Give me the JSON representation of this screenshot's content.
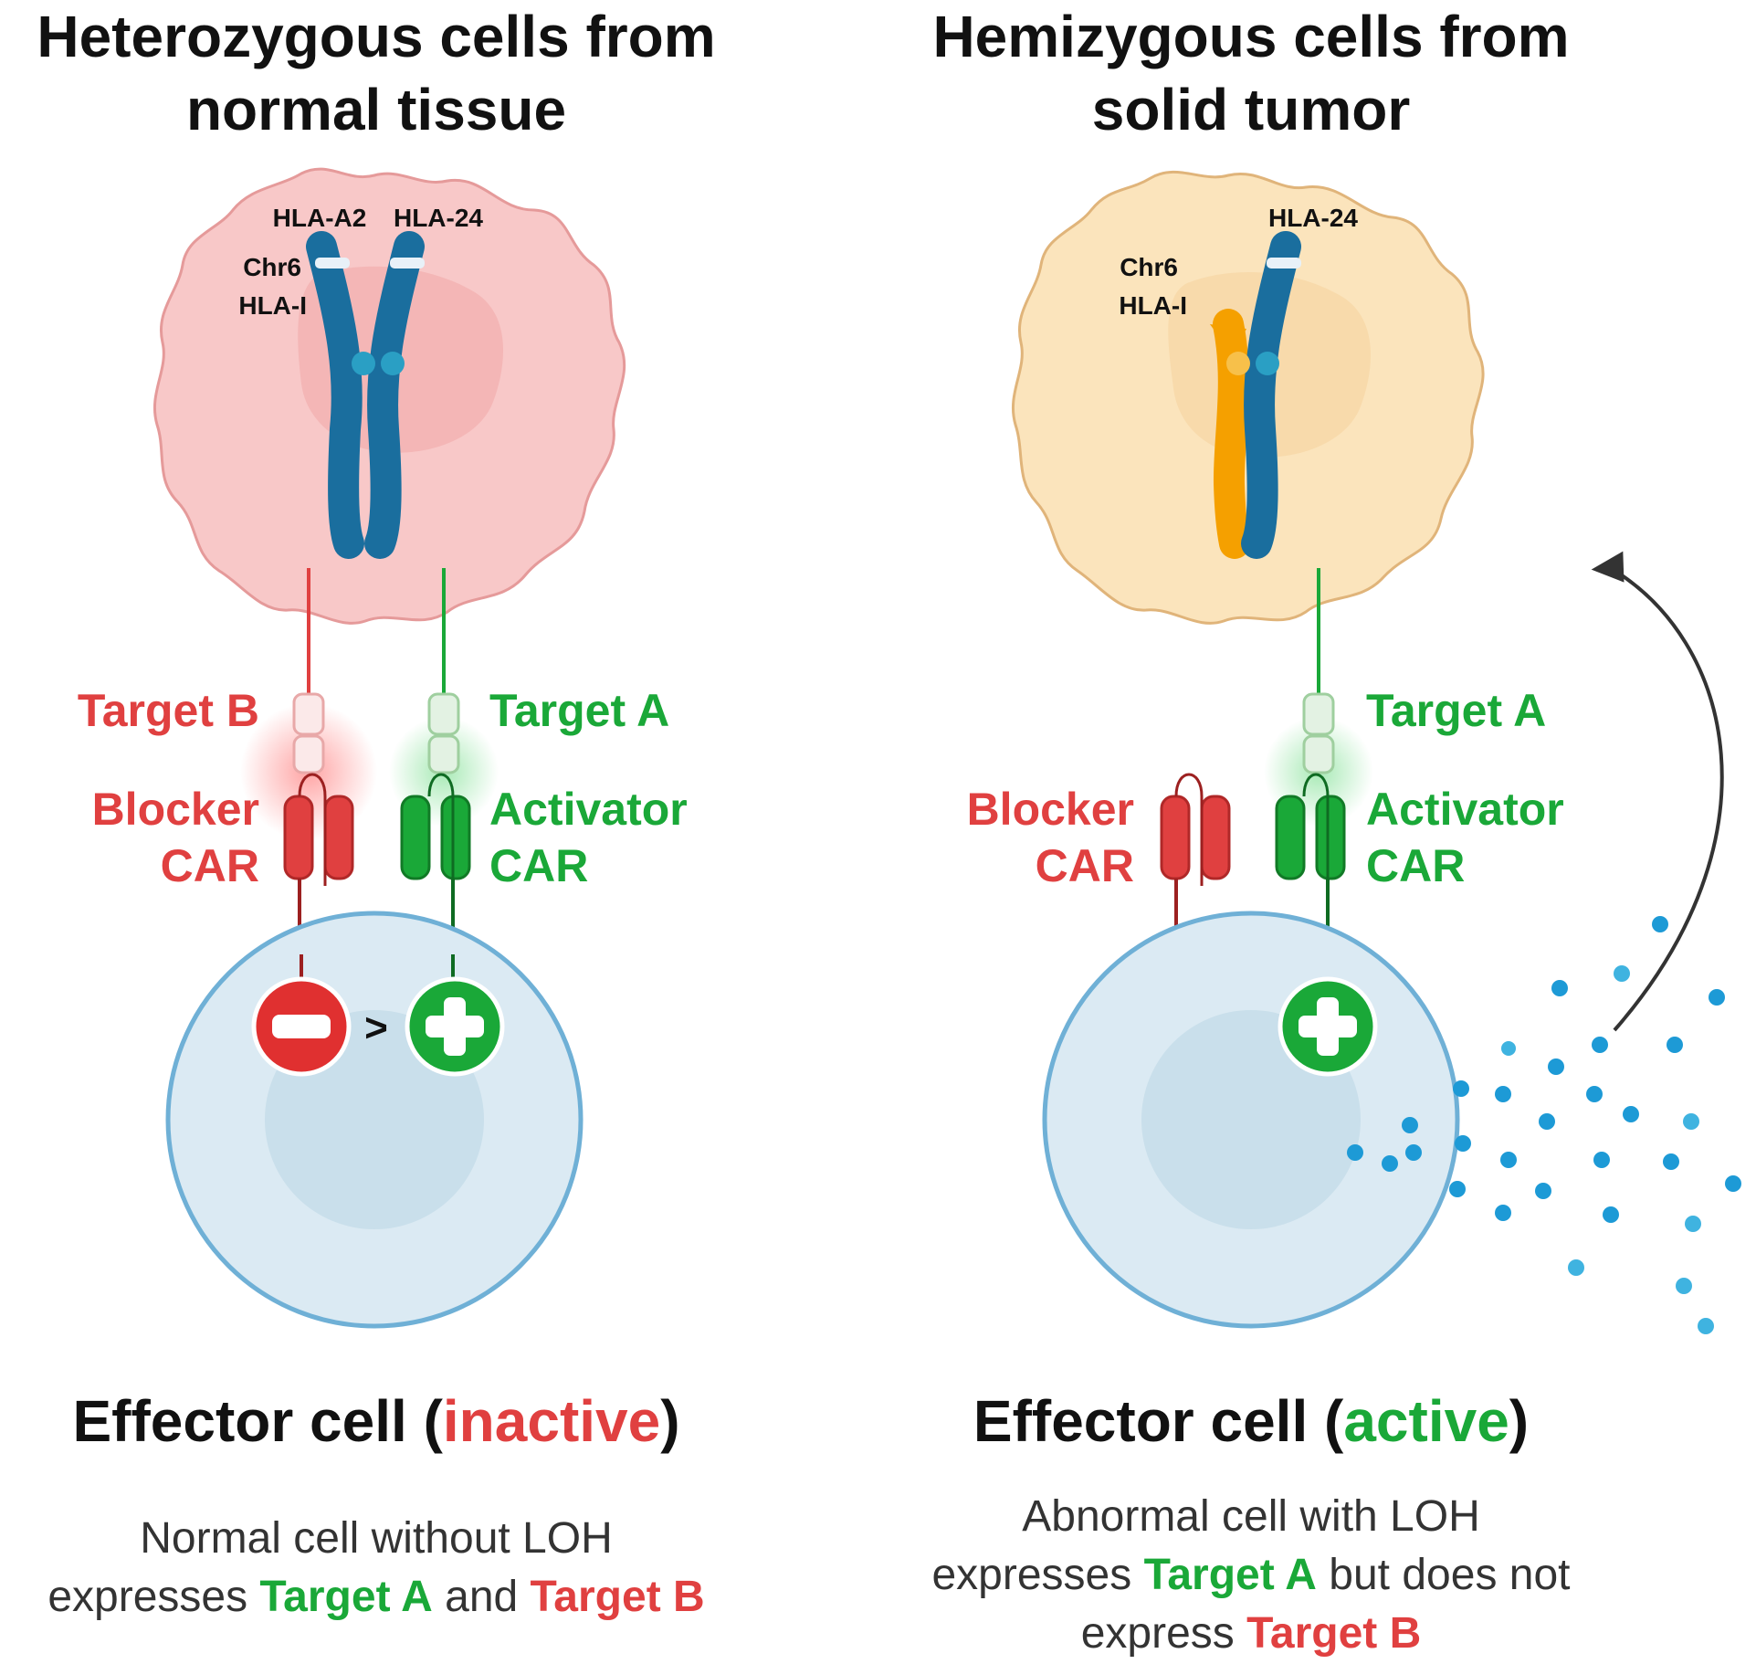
{
  "colors": {
    "red": "#e04040",
    "green": "#1aa838",
    "chromosome_blue": "#1a6e9e",
    "chromosome_orange": "#f5a000",
    "normal_cell_fill": "#f8c8c8",
    "tumor_cell_fill": "#fbe4bc",
    "effector_fill": "#cfe3ef",
    "cytokine_dot": "#1d9ad6"
  },
  "left": {
    "title_line1": "Heterozygous cells from",
    "title_line2": "normal tissue",
    "allele_a2": "HLA-A2",
    "allele_24": "HLA-24",
    "chr_line1": "Chr6",
    "chr_line2": "HLA-I",
    "target_b": "Target B",
    "target_a": "Target A",
    "blocker_line1": "Blocker",
    "blocker_line2": "CAR",
    "activator_line1": "Activator",
    "activator_line2": "CAR",
    "comparison": ">",
    "effector_label": "Effector cell (",
    "effector_state": "inactive",
    "effector_close": ")",
    "caption_line1": "Normal cell without LOH",
    "caption_l2_pre": "expresses ",
    "caption_l2_a": "Target A",
    "caption_l2_mid": " and ",
    "caption_l2_b": "Target B"
  },
  "right": {
    "title_line1": "Hemizygous cells from",
    "title_line2": "solid tumor",
    "allele_24": "HLA-24",
    "chr_line1": "Chr6",
    "chr_line2": "HLA-I",
    "target_a": "Target A",
    "blocker_line1": "Blocker",
    "blocker_line2": "CAR",
    "activator_line1": "Activator",
    "activator_line2": "CAR",
    "effector_label": "Effector cell (",
    "effector_state": "active",
    "effector_close": ")",
    "caption_line1": "Abnormal cell with LOH",
    "caption_l2_pre": "expresses ",
    "caption_l2_a": "Target A",
    "caption_l2_post": " but does not",
    "caption_l3_pre": "express ",
    "caption_l3_b": "Target B"
  }
}
